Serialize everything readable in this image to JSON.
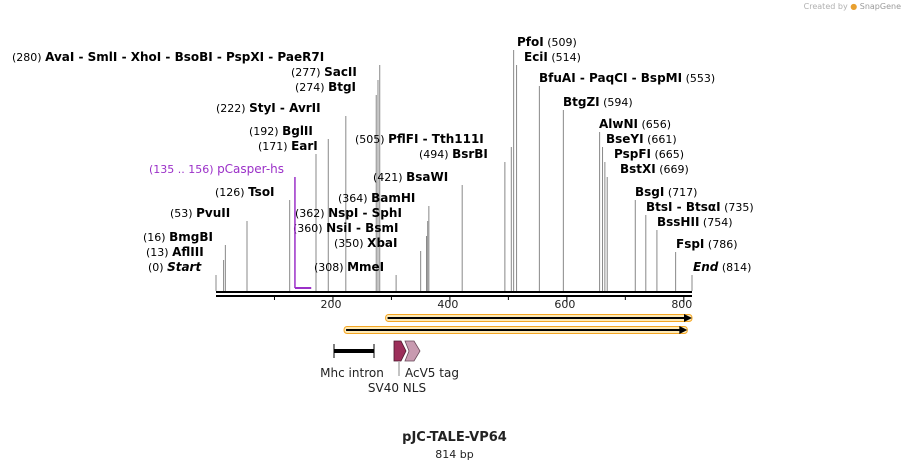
{
  "credit": {
    "prefix": "Created by",
    "brand": "SnapGene"
  },
  "plasmid": {
    "name": "pJC-TALE-VP64",
    "length_label": "814 bp"
  },
  "chart_data": {
    "type": "linear-map",
    "total_bp": 814,
    "ticks": [
      200,
      400,
      600,
      800
    ],
    "sites": [
      {
        "enzymes": [
          "AvaI",
          "SmlI",
          "XhoI",
          "BsoBI",
          "PspXI",
          "PaeR7I"
        ],
        "pos": "(280)",
        "bp": 280
      },
      {
        "enzymes": [
          "SacII"
        ],
        "pos": "(277)",
        "bp": 277
      },
      {
        "enzymes": [
          "BtgI"
        ],
        "pos": "(274)",
        "bp": 274
      },
      {
        "enzymes": [
          "StyI",
          "AvrII"
        ],
        "pos": "(222)",
        "bp": 222
      },
      {
        "enzymes": [
          "BglII"
        ],
        "pos": "(192)",
        "bp": 192
      },
      {
        "enzymes": [
          "EarI"
        ],
        "pos": "(171)",
        "bp": 171
      },
      {
        "enzymes": [
          "TsoI"
        ],
        "pos": "(126)",
        "bp": 126
      },
      {
        "enzymes": [
          "PvuII"
        ],
        "pos": "(53)",
        "bp": 53
      },
      {
        "enzymes": [
          "BmgBI"
        ],
        "pos": "(16)",
        "bp": 16
      },
      {
        "enzymes": [
          "AflIII"
        ],
        "pos": "(13)",
        "bp": 13
      },
      {
        "enzymes": [
          "Start"
        ],
        "pos": "(0)",
        "bp": 0,
        "italic": true
      },
      {
        "enzymes": [
          "PflFI",
          "Tth111I"
        ],
        "pos": "(505)",
        "bp": 505
      },
      {
        "enzymes": [
          "BsrBI"
        ],
        "pos": "(494)",
        "bp": 494
      },
      {
        "enzymes": [
          "BsaWI"
        ],
        "pos": "(421)",
        "bp": 421
      },
      {
        "enzymes": [
          "BamHI"
        ],
        "pos": "(364)",
        "bp": 364
      },
      {
        "enzymes": [
          "NspI",
          "SphI"
        ],
        "pos": "(362)",
        "bp": 362
      },
      {
        "enzymes": [
          "NsiI",
          "BsmI"
        ],
        "pos": "(360)",
        "bp": 360
      },
      {
        "enzymes": [
          "XbaI"
        ],
        "pos": "(350)",
        "bp": 350
      },
      {
        "enzymes": [
          "MmeI"
        ],
        "pos": "(308)",
        "bp": 308
      },
      {
        "enzymes": [
          "PfoI"
        ],
        "pos": "(509)",
        "bp": 509
      },
      {
        "enzymes": [
          "EciI"
        ],
        "pos": "(514)",
        "bp": 514
      },
      {
        "enzymes": [
          "BfuAI",
          "PaqCI",
          "BspMI"
        ],
        "pos": "(553)",
        "bp": 553
      },
      {
        "enzymes": [
          "BtgZI"
        ],
        "pos": "(594)",
        "bp": 594
      },
      {
        "enzymes": [
          "AlwNI"
        ],
        "pos": "(656)",
        "bp": 656
      },
      {
        "enzymes": [
          "BseYI"
        ],
        "pos": "(661)",
        "bp": 661
      },
      {
        "enzymes": [
          "PspFI"
        ],
        "pos": "(665)",
        "bp": 665
      },
      {
        "enzymes": [
          "BstXI"
        ],
        "pos": "(669)",
        "bp": 669
      },
      {
        "enzymes": [
          "BsgI"
        ],
        "pos": "(717)",
        "bp": 717
      },
      {
        "enzymes": [
          "BtsI",
          "BtsαI"
        ],
        "pos": "(735)",
        "bp": 735
      },
      {
        "enzymes": [
          "BssHII"
        ],
        "pos": "(754)",
        "bp": 754
      },
      {
        "enzymes": [
          "FspI"
        ],
        "pos": "(786)",
        "bp": 786
      },
      {
        "enzymes": [
          "End"
        ],
        "pos": "(814)",
        "bp": 814,
        "italic": true
      }
    ],
    "primer": {
      "label": "pCasper-hs",
      "pos": "(135 .. 156)",
      "start": 135,
      "end": 156,
      "color": "#9b30c8"
    },
    "features": [
      {
        "label": "Mhc intron",
        "kind": "bar",
        "color": "#000000"
      },
      {
        "label": "SV40 NLS",
        "kind": "arrow",
        "color": "#9c2f5a"
      },
      {
        "label": "AcV5 tag",
        "kind": "arrow",
        "color": "#c89ab0"
      }
    ],
    "orfs": [
      {
        "start": 290,
        "end": 814,
        "color": "#f5a623"
      },
      {
        "start": 219,
        "end": 806,
        "color": "#f5a623"
      }
    ]
  }
}
